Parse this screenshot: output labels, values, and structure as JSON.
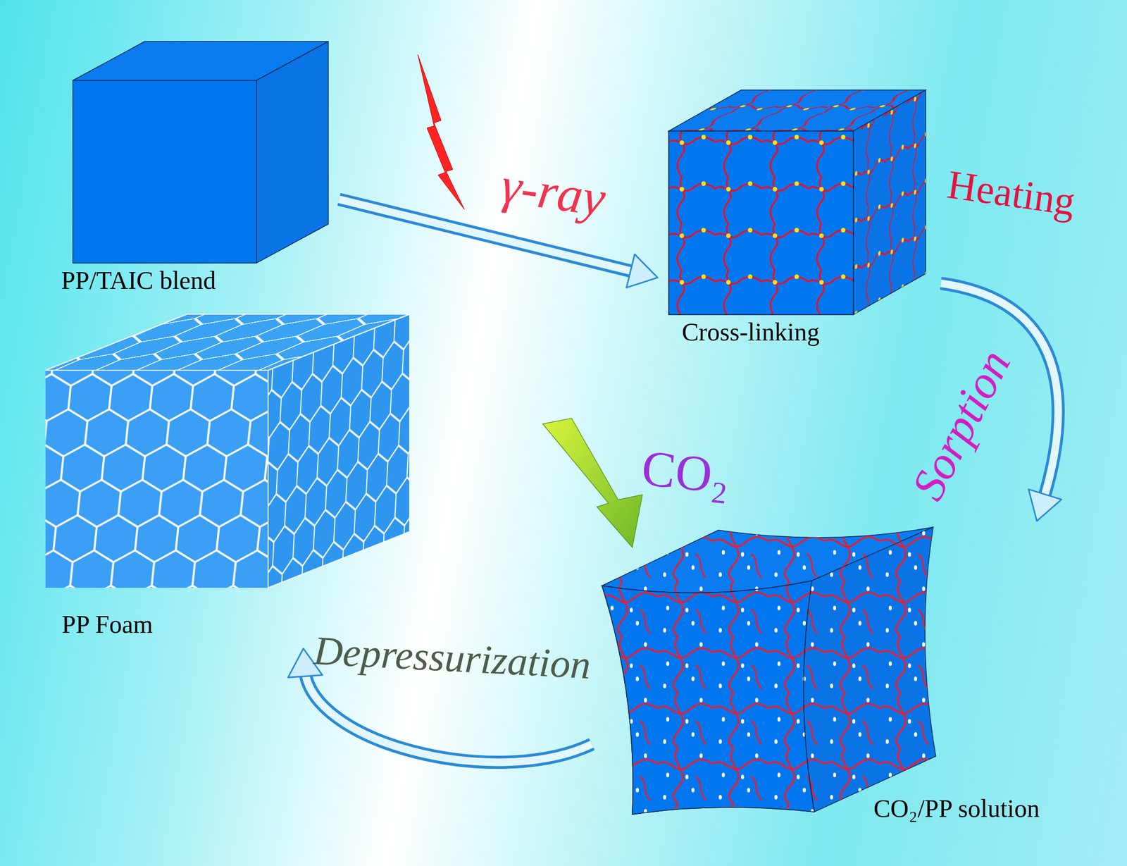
{
  "diagram": {
    "nodes": [
      {
        "text": [
          "PP/TAIC blend"
        ]
      },
      {
        "text": [
          "Cross-linking"
        ]
      },
      {
        "text": [
          "PP Foam"
        ]
      },
      {
        "text": [
          "CO₂/PP solution"
        ]
      }
    ],
    "edges": [
      {
        "from": 0,
        "to": 1,
        "label": "γ-ray",
        "arrow": "to"
      },
      {
        "from": 1,
        "to": 3,
        "label": "Sorption",
        "arrow": "to"
      },
      {
        "from": 3,
        "to": 2,
        "label": "Depressurization",
        "arrow": "to"
      }
    ],
    "labels": [
      "Heating",
      "CO₂"
    ]
  }
}
